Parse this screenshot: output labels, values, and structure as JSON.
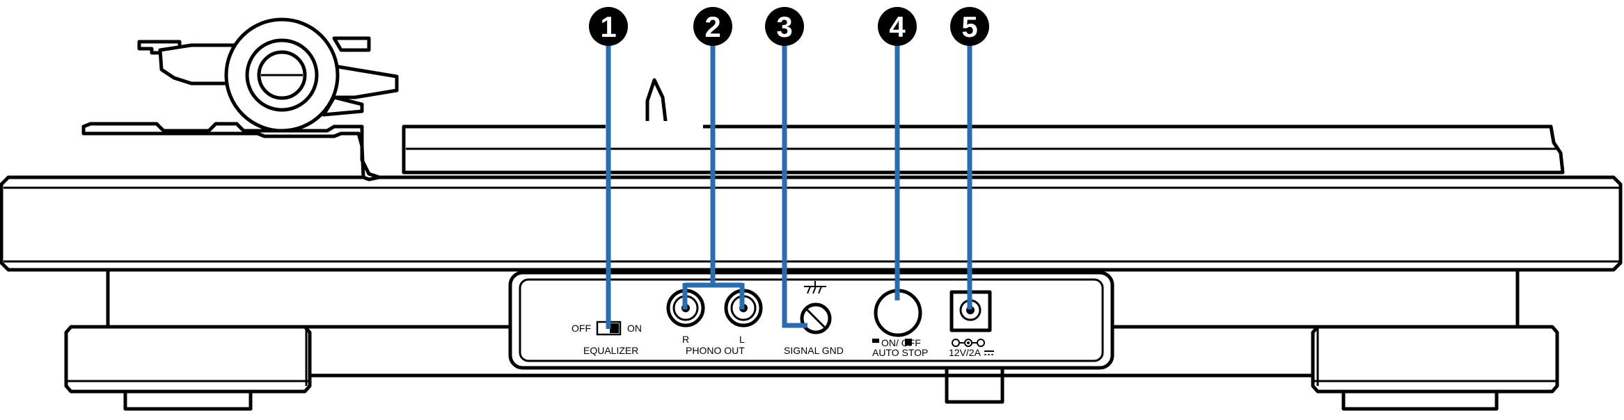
{
  "callouts": [
    {
      "number": "1",
      "color": "#2a6cb0"
    },
    {
      "number": "2",
      "color": "#2a6cb0"
    },
    {
      "number": "3",
      "color": "#2a6cb0"
    },
    {
      "number": "4",
      "color": "#2a6cb0"
    },
    {
      "number": "5",
      "color": "#2a6cb0"
    }
  ],
  "labels": {
    "eq_off": "OFF",
    "eq_on": "ON",
    "equalizer": "EQUALIZER",
    "jack_r": "R",
    "jack_l": "L",
    "phono_out": "PHONO OUT",
    "signal_gnd": "SIGNAL GND",
    "auto_stop_state": "ON/ OFF",
    "auto_stop": "AUTO STOP",
    "power_rating": "12V/2A"
  },
  "colors": {
    "callout_line": "#2a6cb0",
    "outline": "#000000",
    "background": "#ffffff"
  }
}
